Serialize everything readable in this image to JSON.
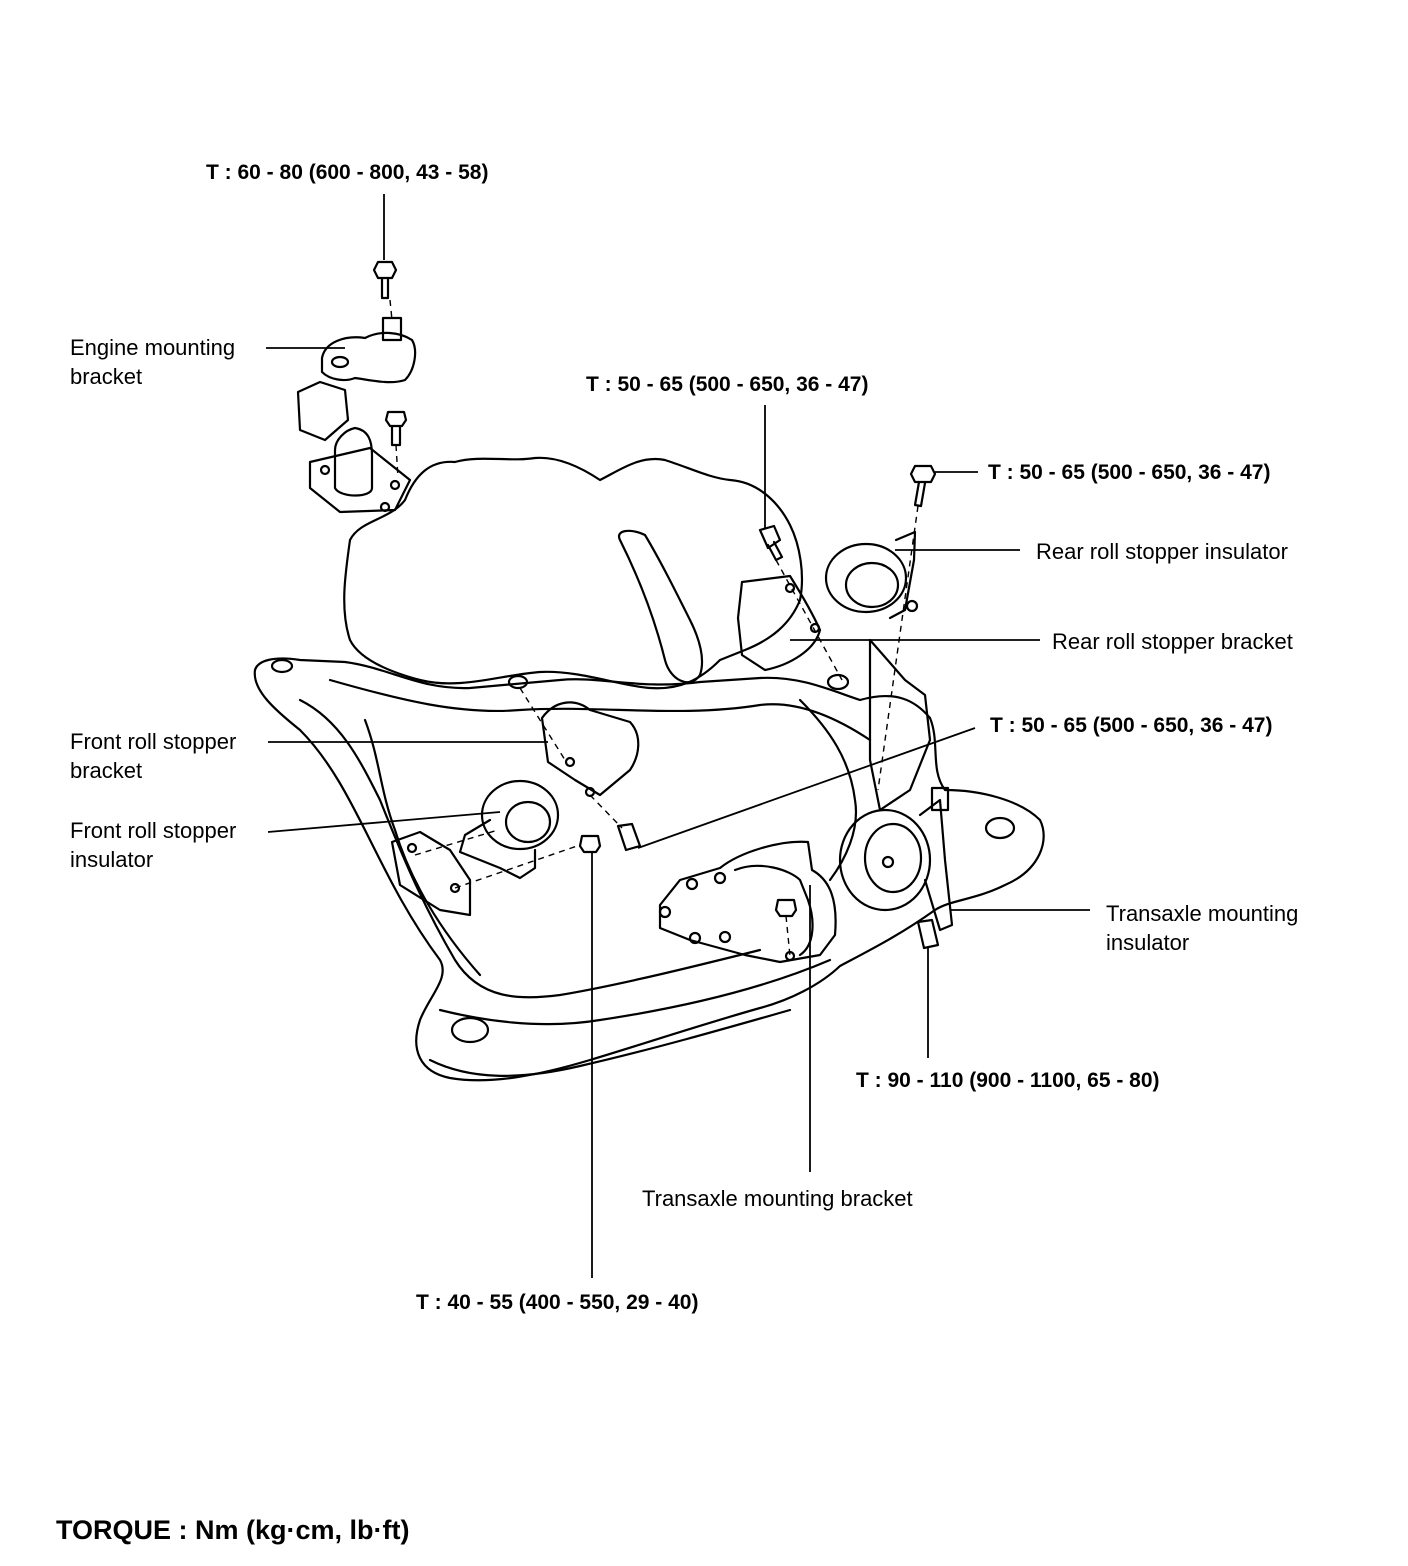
{
  "torque_specs": {
    "engine_bracket_bolt": "T : 60 - 80 (600 - 800, 43 - 58)",
    "rear_bracket_bolt": "T : 50 - 65 (500 - 650, 36 - 47)",
    "rear_insulator_bolt": "T : 50 - 65 (500 - 650, 36 - 47)",
    "front_insulator_bolt": "T : 50 - 65 (500 - 650, 36 - 47)",
    "transaxle_insulator_bolt": "T : 90 - 110 (900 - 1100, 65 - 80)",
    "front_bracket_bolt": "T : 40 - 55 (400 - 550, 29 - 40)"
  },
  "parts": {
    "engine_mounting_bracket": [
      "Engine mounting",
      "bracket"
    ],
    "rear_roll_stopper_insulator": "Rear roll stopper insulator",
    "rear_roll_stopper_bracket": "Rear roll stopper bracket",
    "front_roll_stopper_bracket": [
      "Front roll stopper",
      "bracket"
    ],
    "front_roll_stopper_insulator": [
      "Front roll stopper",
      "insulator"
    ],
    "transaxle_mounting_insulator": [
      "Transaxle mounting",
      "insulator"
    ],
    "transaxle_mounting_bracket": "Transaxle mounting bracket"
  },
  "footer": {
    "torque_units": "TORQUE : Nm (kg·cm, lb·ft)"
  },
  "colors": {
    "ink": "#000000",
    "paper": "#ffffff"
  }
}
